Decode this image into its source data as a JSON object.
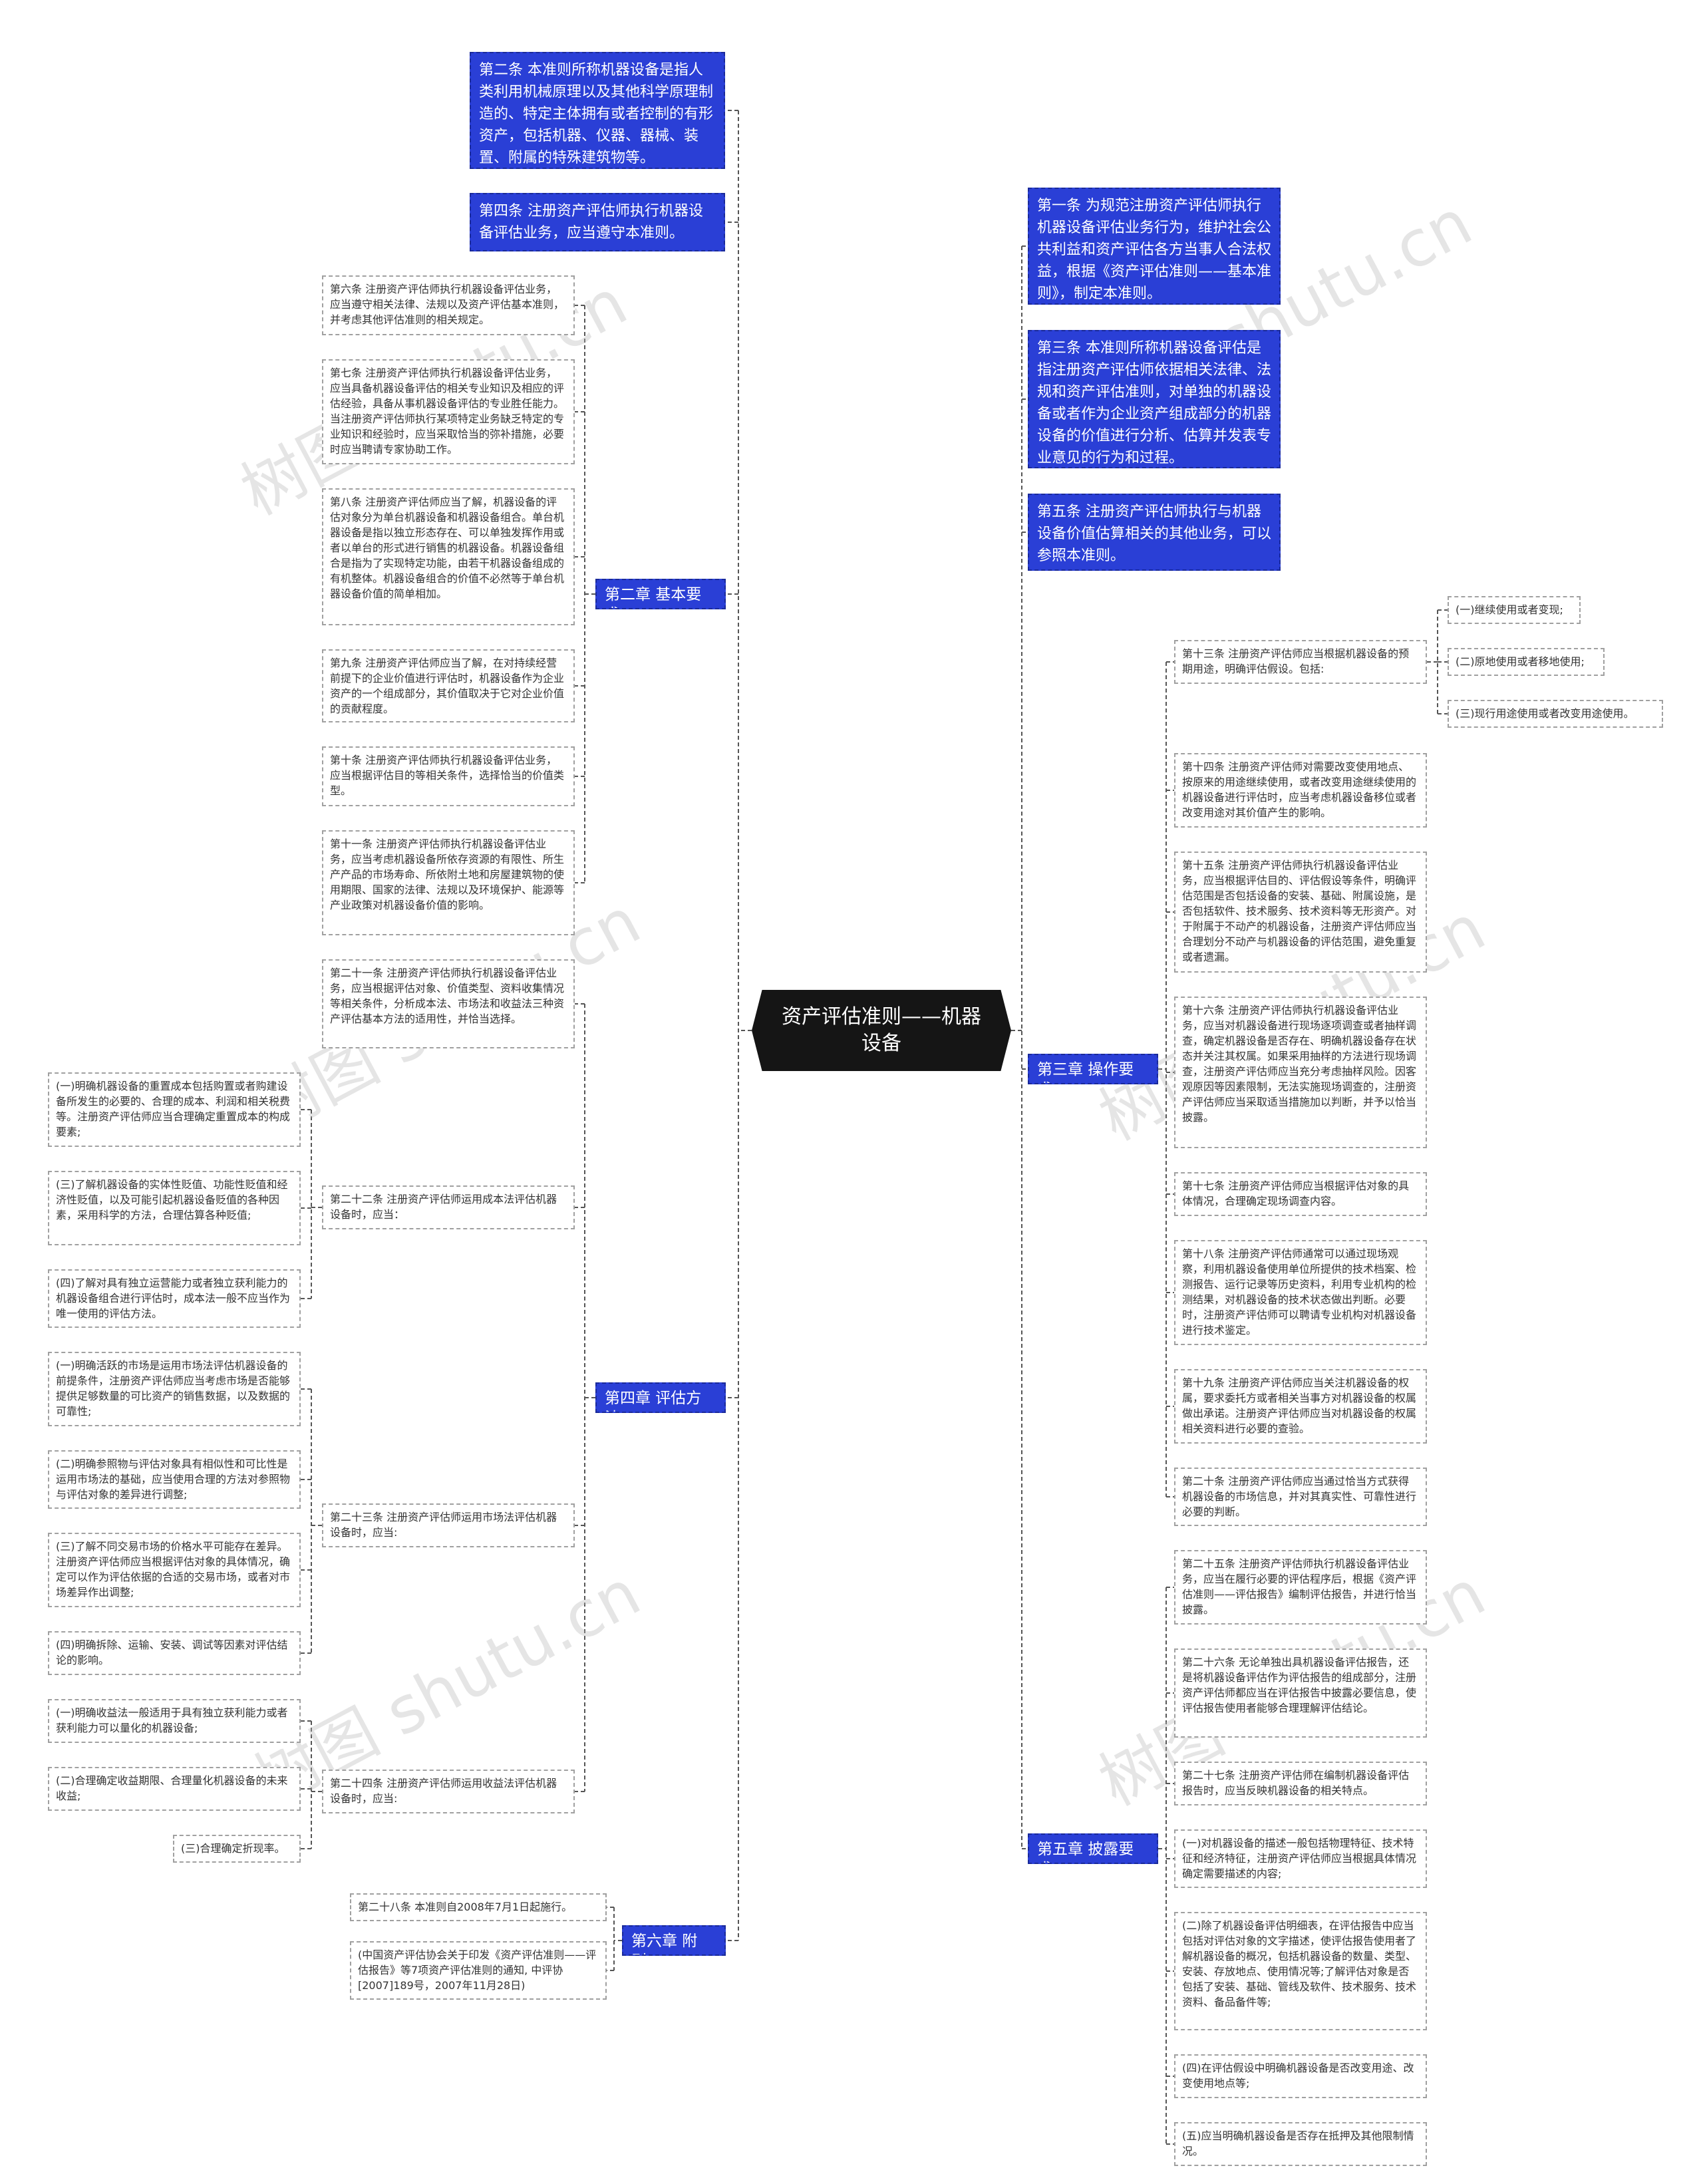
{
  "root": "资产评估准则——机器设备",
  "watermark": "树图 shutu.cn",
  "colors": {
    "root_bg": "#151515",
    "chapter_bg": "#2a3fd6",
    "line": "#555555",
    "leaf_border": "#a0a0a0"
  },
  "left_top": [
    "第二条 本准则所称机器设备是指人类利用机械原理以及其他科学原理制造的、特定主体拥有或者控制的有形资产，包括机器、仪器、器械、装置、附属的特殊建筑物等。",
    "第四条 注册资产评估师执行机器设备评估业务，应当遵守本准则。"
  ],
  "right_top": [
    "第一条 为规范注册资产评估师执行机器设备评估业务行为，维护社会公共利益和资产评估各方当事人合法权益，根据《资产评估准则——基本准则》，制定本准则。",
    "第三条 本准则所称机器设备评估是指注册资产评估师依据相关法律、法规和资产评估准则，对单独的机器设备或者作为企业资产组成部分的机器设备的价值进行分析、估算并发表专业意见的行为和过程。",
    "第五条 注册资产评估师执行与机器设备价值估算相关的其他业务，可以参照本准则。"
  ],
  "ch2": {
    "title": "第二章 基本要求",
    "items": [
      "第六条 注册资产评估师执行机器设备评估业务，应当遵守相关法律、法规以及资产评估基本准则，并考虑其他评估准则的相关规定。",
      "第七条 注册资产评估师执行机器设备评估业务，应当具备机器设备评估的相关专业知识及相应的评估经验，具备从事机器设备评估的专业胜任能力。当注册资产评估师执行某项特定业务缺乏特定的专业知识和经验时，应当采取恰当的弥补措施，必要时应当聘请专家协助工作。",
      "第八条 注册资产评估师应当了解，机器设备的评估对象分为单台机器设备和机器设备组合。单台机器设备是指以独立形态存在、可以单独发挥作用或者以单台的形式进行销售的机器设备。机器设备组合是指为了实现特定功能，由若干机器设备组成的有机整体。机器设备组合的价值不必然等于单台机器设备价值的简单相加。",
      "第九条 注册资产评估师应当了解，在对持续经营前提下的企业价值进行评估时，机器设备作为企业资产的一个组成部分，其价值取决于它对企业价值的贡献程度。",
      "第十条 注册资产评估师执行机器设备评估业务，应当根据评估目的等相关条件，选择恰当的价值类型。",
      "第十一条 注册资产评估师执行机器设备评估业务，应当考虑机器设备所依存资源的有限性、所生产产品的市场寿命、所依附土地和房屋建筑物的使用期限、国家的法律、法规以及环境保护、能源等产业政策对机器设备价值的影响。"
    ]
  },
  "ch4": {
    "title": "第四章 评估方法",
    "a21": "第二十一条 注册资产评估师执行机器设备评估业务，应当根据评估对象、价值类型、资料收集情况等相关条件，分析成本法、市场法和收益法三种资产评估基本方法的适用性，并恰当选择。",
    "a22": "第二十二条 注册资产评估师运用成本法评估机器设备时，应当：",
    "a22_items": [
      "(一)明确机器设备的重置成本包括购置或者购建设备所发生的必要的、合理的成本、利润和相关税费等。注册资产评估师应当合理确定重置成本的构成要素;",
      "(三)了解机器设备的实体性贬值、功能性贬值和经济性贬值，以及可能引起机器设备贬值的各种因素，采用科学的方法，合理估算各种贬值;",
      "(四)了解对具有独立运营能力或者独立获利能力的机器设备组合进行评估时，成本法一般不应当作为唯一使用的评估方法。"
    ],
    "a23": "第二十三条 注册资产评估师运用市场法评估机器设备时，应当:",
    "a23_items": [
      "(一)明确活跃的市场是运用市场法评估机器设备的前提条件，注册资产评估师应当考虑市场是否能够提供足够数量的可比资产的销售数据，以及数据的可靠性;",
      "(二)明确参照物与评估对象具有相似性和可比性是运用市场法的基础，应当使用合理的方法对参照物与评估对象的差异进行调整;",
      "(三)了解不同交易市场的价格水平可能存在差异。注册资产评估师应当根据评估对象的具体情况，确定可以作为评估依据的合适的交易市场，或者对市场差异作出调整;",
      "(四)明确拆除、运输、安装、调试等因素对评估结论的影响。"
    ],
    "a24": "第二十四条 注册资产评估师运用收益法评估机器设备时，应当:",
    "a24_items": [
      "(一)明确收益法一般适用于具有独立获利能力或者获利能力可以量化的机器设备;",
      "(二)合理确定收益期限、合理量化机器设备的未来收益;",
      "(三)合理确定折现率。"
    ]
  },
  "ch6": {
    "title": "第六章 附 则",
    "items": [
      "第二十八条 本准则自2008年7月1日起施行。",
      "(中国资产评估协会关于印发《资产评估准则——评估报告》等7项资产评估准则的通知, 中评协[2007]189号，2007年11月28日)"
    ]
  },
  "ch3": {
    "title": "第三章 操作要求",
    "a13": "第十三条 注册资产评估师应当根据机器设备的预期用途，明确评估假设。包括:",
    "a13_items": [
      "(一)继续使用或者变现;",
      "(二)原地使用或者移地使用;",
      "(三)现行用途使用或者改变用途使用。"
    ],
    "items": [
      "第十四条 注册资产评估师对需要改变使用地点、按原来的用途继续使用，或者改变用途继续使用的机器设备进行评估时，应当考虑机器设备移位或者改变用途对其价值产生的影响。",
      "第十五条 注册资产评估师执行机器设备评估业务，应当根据评估目的、评估假设等条件，明确评估范围是否包括设备的安装、基础、附属设施，是否包括软件、技术服务、技术资料等无形资产。对于附属于不动产的机器设备，注册资产评估师应当合理划分不动产与机器设备的评估范围，避免重复或者遗漏。",
      "第十六条 注册资产评估师执行机器设备评估业务，应当对机器设备进行现场逐项调查或者抽样调查，确定机器设备是否存在、明确机器设备存在状态并关注其权属。如果采用抽样的方法进行现场调查，注册资产评估师应当充分考虑抽样风险。因客观原因等因素限制，无法实施现场调查的，注册资产评估师应当采取适当措施加以判断，并予以恰当披露。",
      "第十七条 注册资产评估师应当根据评估对象的具体情况，合理确定现场调查内容。",
      "第十八条 注册资产评估师通常可以通过现场观察，利用机器设备使用单位所提供的技术档案、检测报告、运行记录等历史资料，利用专业机构的检测结果，对机器设备的技术状态做出判断。必要时，注册资产评估师可以聘请专业机构对机器设备进行技术鉴定。",
      "第十九条 注册资产评估师应当关注机器设备的权属，要求委托方或者相关当事方对机器设备的权属做出承诺。注册资产评估师应当对机器设备的权属相关资料进行必要的查验。",
      "第二十条 注册资产评估师应当通过恰当方式获得机器设备的市场信息，并对其真实性、可靠性进行必要的判断。"
    ]
  },
  "ch5": {
    "title": "第五章 披露要求",
    "items": [
      "第二十五条 注册资产评估师执行机器设备评估业务，应当在履行必要的评估程序后，根据《资产评估准则——评估报告》编制评估报告，并进行恰当披露。",
      "第二十六条 无论单独出具机器设备评估报告，还是将机器设备评估作为评估报告的组成部分，注册资产评估师都应当在评估报告中披露必要信息，使评估报告使用者能够合理理解评估结论。",
      "第二十七条 注册资产评估师在编制机器设备评估报告时，应当反映机器设备的相关特点。",
      "(一)对机器设备的描述一般包括物理特征、技术特征和经济特征，注册资产评估师应当根据具体情况确定需要描述的内容;",
      "(二)除了机器设备评估明细表，在评估报告中应当包括对评估对象的文字描述，使评估报告使用者了解机器设备的概况，包括机器设备的数量、类型、安装、存放地点、使用情况等;了解评估对象是否包括了安装、基础、管线及软件、技术服务、技术资料、备品备件等;",
      "(四)在评估假设中明确机器设备是否改变用途、改变使用地点等;",
      "(五)应当明确机器设备是否存在抵押及其他限制情况。"
    ]
  }
}
